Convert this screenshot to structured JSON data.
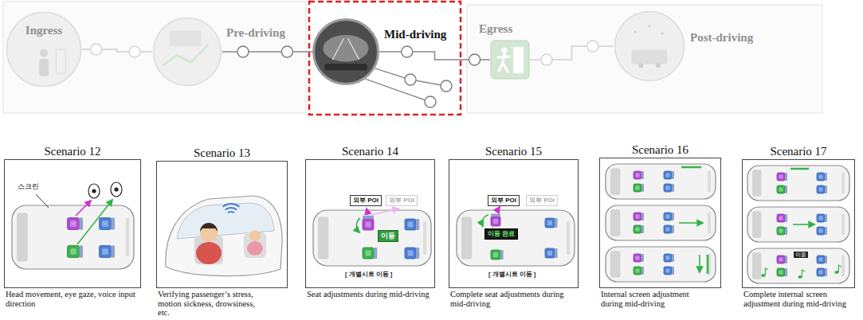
{
  "diagram": {
    "nodes": [
      {
        "text": [
          "Ingress"
        ]
      },
      {
        "text": [
          "Pre-driving"
        ]
      },
      {
        "text": [
          "Mid-driving"
        ]
      },
      {
        "text": [
          "Egress"
        ]
      },
      {
        "text": [
          "Post-driving"
        ]
      },
      {
        "text": [
          "Scenario 12",
          "Head movement, eye gaze, voice input direction"
        ]
      },
      {
        "text": [
          "Scenario 13",
          "Verifying passenger’s stress, motion sickness, drowsiness, etc."
        ]
      },
      {
        "text": [
          "Scenario 14",
          "Seat adjustments during mid-driving"
        ]
      },
      {
        "text": [
          "외부 POI"
        ],
        "in": 7
      },
      {
        "text": [
          "외부 POI"
        ],
        "in": 7
      },
      {
        "text": [
          "이동"
        ],
        "in": 7
      },
      {
        "text": [
          "Scenario 15",
          "Complete seat adjustments during mid-driving"
        ]
      },
      {
        "text": [
          "외부 POI"
        ],
        "in": 11
      },
      {
        "text": [
          "외부 POI"
        ],
        "in": 11
      },
      {
        "text": [
          "이동 완료"
        ],
        "in": 11
      },
      {
        "text": [
          "Scenario 16",
          "Internal screen adjustment during mid-driving"
        ]
      },
      {
        "text": [
          "Scenario 17",
          "Complete internal screen adjustment during mid-driving"
        ]
      }
    ],
    "edges": [
      {
        "from": 0,
        "to": 1,
        "arrow": "none"
      },
      {
        "from": 1,
        "to": 2,
        "arrow": "none"
      },
      {
        "from": 2,
        "to": 3,
        "arrow": "none"
      },
      {
        "from": 3,
        "to": 4,
        "arrow": "none"
      }
    ],
    "labels": [
      "스크린",
      "[ 개별시트 이동 ]",
      "[ 개별시트 이동 ]",
      "이동"
    ]
  }
}
